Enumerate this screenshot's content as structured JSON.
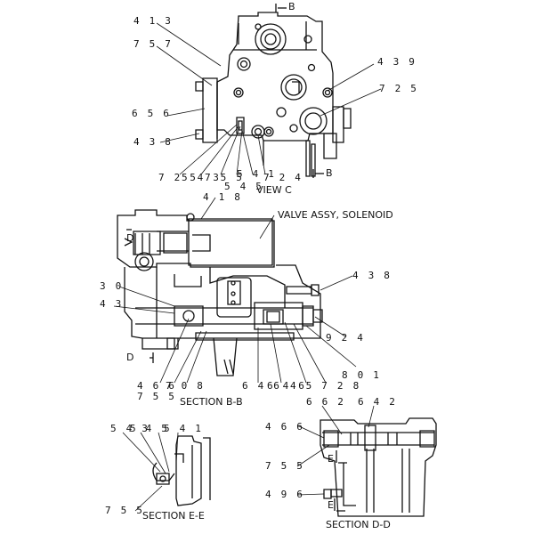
{
  "view_c": {
    "caption": "VIEW C",
    "section_marker_top": "B",
    "section_marker_bottom": "B",
    "callouts": {
      "c413": "4 1 3",
      "c757": "7 5 7",
      "c439": "4 3 9",
      "c725a": "7 2 5",
      "c656": "6 5 6",
      "c438": "4 3 8",
      "c725b": "7 2 5",
      "c543": "5 4 3",
      "c755": "7 5 5",
      "c545": "5 4 5",
      "c541": "5 4 1",
      "c724": "7 2 4"
    }
  },
  "section_bb": {
    "caption": "SECTION  B-B",
    "valve_label": "VALVE ASSY, SOLENOID",
    "marker_d_upper": "D",
    "marker_d_lower": "D",
    "callouts": {
      "c418": "4 1 8",
      "c438": "4 3 8",
      "c30": "3 0",
      "c43": "4 3",
      "c924": "9 2 4",
      "c801": "8 0 1",
      "c466": "4 6 6",
      "c708": "7 0 8",
      "c755": "7 5 5",
      "c646a": "6 4 6",
      "c646b": "6 4 6",
      "c728": "4 5 7 2 8"
    }
  },
  "section_ee": {
    "caption": "SECTION  E-E",
    "callouts": {
      "c543": "5 4 3",
      "c545": "5 4 5",
      "c541": "5 4 1",
      "c755": "7 5 5"
    }
  },
  "section_dd": {
    "caption": "SECTION  D-D",
    "marker_e_upper": "E",
    "marker_e_lower": "E",
    "callouts": {
      "c662": "6 6 2",
      "c642": "6 4 2",
      "c466": "4 6 6",
      "c755": "7 5 5",
      "c496": "4 9 6"
    }
  }
}
